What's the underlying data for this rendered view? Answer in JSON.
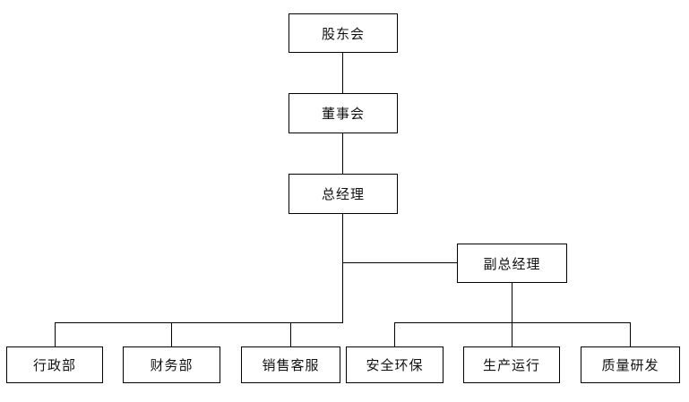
{
  "org_chart": {
    "type": "org-tree",
    "background": "#ffffff",
    "nodes": [
      {
        "id": "shareholders",
        "label": "股东会",
        "level": 1,
        "parent": null
      },
      {
        "id": "board-of-directors",
        "label": "董事会",
        "level": 2,
        "parent": "shareholders"
      },
      {
        "id": "general-manager",
        "label": "总经理",
        "level": 3,
        "parent": "board-of-directors"
      },
      {
        "id": "deputy-general-manager",
        "label": "副总经理",
        "level": 4,
        "parent": "general-manager"
      },
      {
        "id": "admin-dept",
        "label": "行政部",
        "level": 5,
        "parent": "general-manager"
      },
      {
        "id": "finance-dept",
        "label": "财务部",
        "level": 5,
        "parent": "general-manager"
      },
      {
        "id": "sales-service-dept",
        "label": "销售客服",
        "level": 5,
        "parent": "general-manager"
      },
      {
        "id": "safety-env-dept",
        "label": "安全环保",
        "level": 5,
        "parent": "deputy-general-manager"
      },
      {
        "id": "production-ops-dept",
        "label": "生产运行",
        "level": 5,
        "parent": "deputy-general-manager"
      },
      {
        "id": "quality-rd-dept",
        "label": "质量研发",
        "level": 5,
        "parent": "deputy-general-manager"
      }
    ],
    "edges": [
      [
        "shareholders",
        "board-of-directors"
      ],
      [
        "board-of-directors",
        "general-manager"
      ],
      [
        "general-manager",
        "deputy-general-manager"
      ],
      [
        "general-manager",
        "admin-dept"
      ],
      [
        "general-manager",
        "finance-dept"
      ],
      [
        "general-manager",
        "sales-service-dept"
      ],
      [
        "deputy-general-manager",
        "safety-env-dept"
      ],
      [
        "deputy-general-manager",
        "production-ops-dept"
      ],
      [
        "deputy-general-manager",
        "quality-rd-dept"
      ]
    ],
    "colors": {
      "box_fill": "#ffffff",
      "box_border": "#000000",
      "line": "#000000",
      "text": "#111111"
    }
  }
}
